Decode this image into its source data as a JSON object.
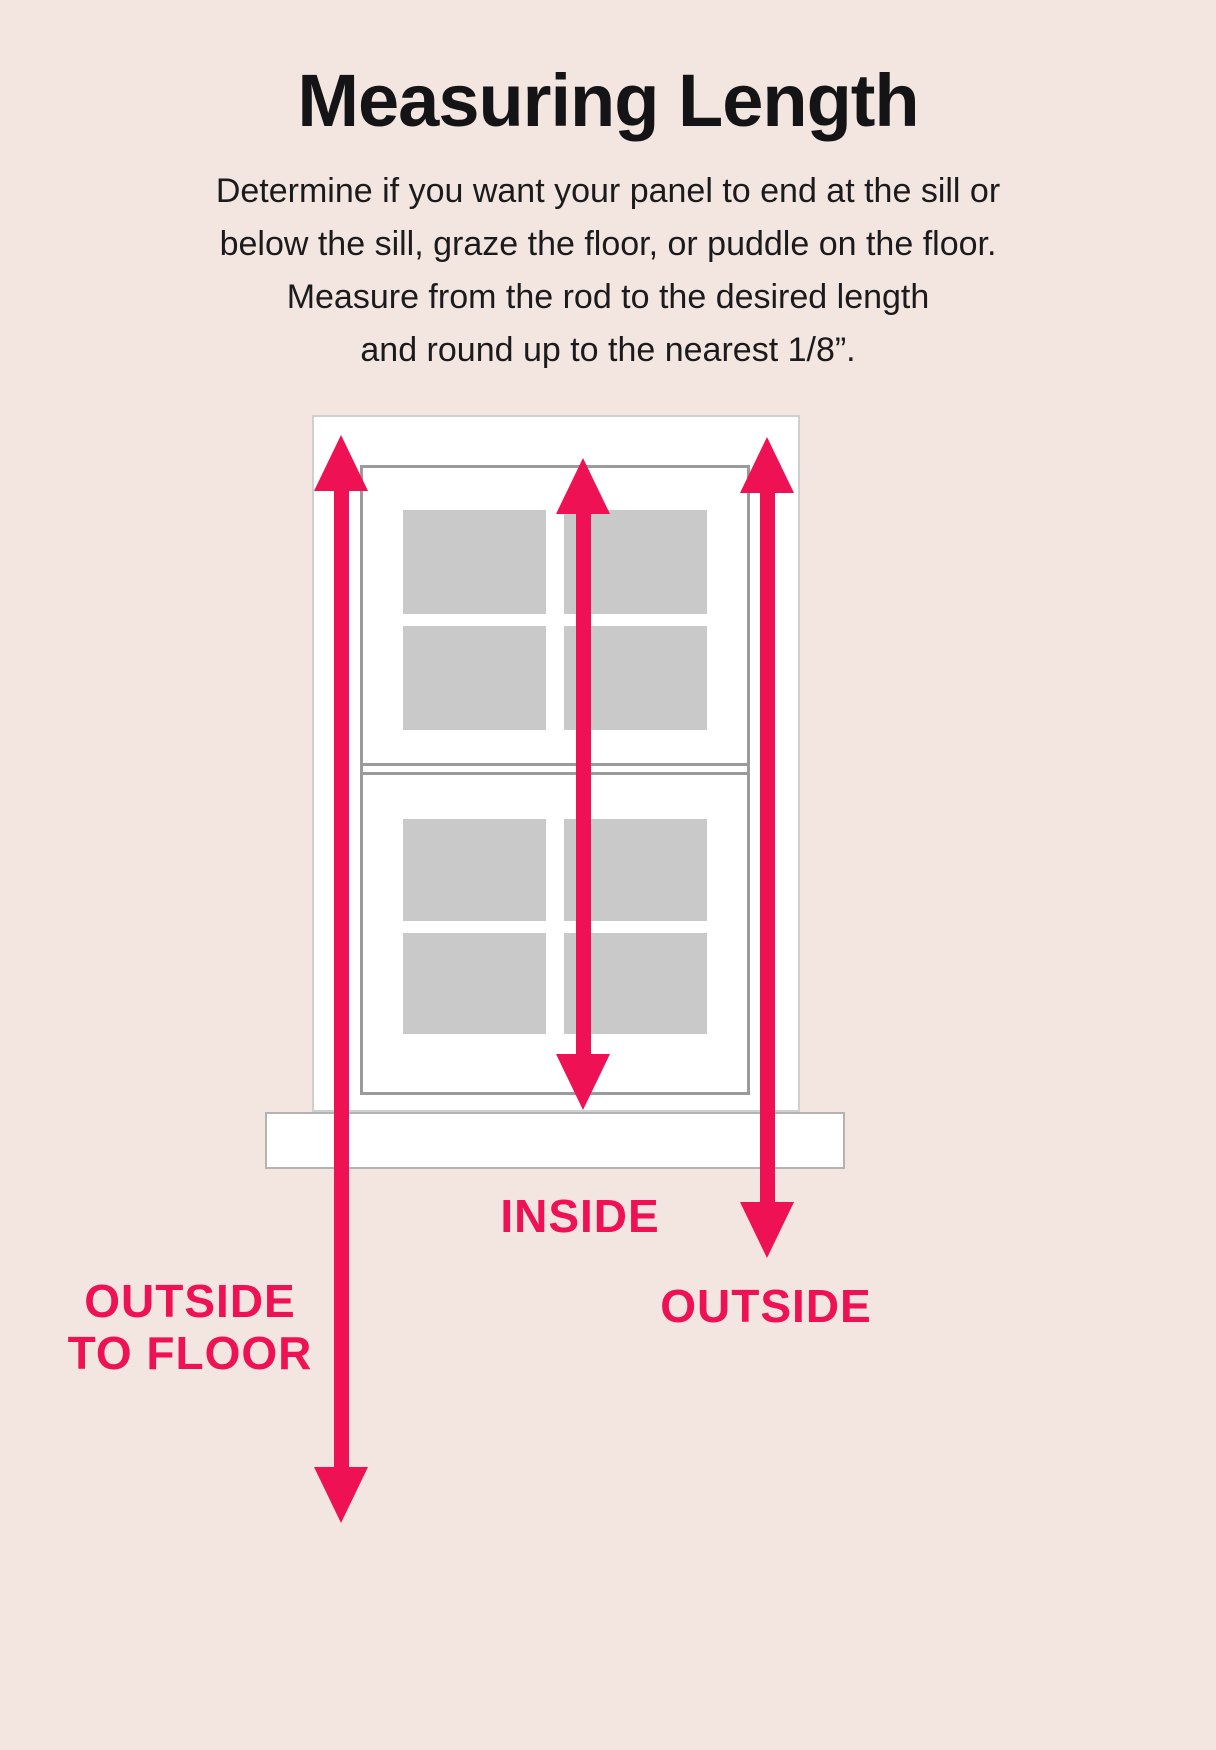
{
  "colors": {
    "background": "#f3e5df",
    "accent": "#ee1254",
    "text": "#1b1b1d",
    "pane": "#c9c9c9",
    "frame_border": "#9b9b9b",
    "window_white": "#ffffff"
  },
  "header": {
    "title": "Measuring Length",
    "description_lines": [
      "Determine if you want your panel to end at the sill or",
      "below the sill, graze the floor, or puddle on the floor.",
      "Measure from the rod to the desired length",
      "and round up to the nearest 1/8”."
    ]
  },
  "diagram": {
    "labels": {
      "inside": "INSIDE",
      "outside": "OUTSIDE",
      "outside_to_floor_line1": "OUTSIDE",
      "outside_to_floor_line2": "TO FLOOR"
    }
  }
}
